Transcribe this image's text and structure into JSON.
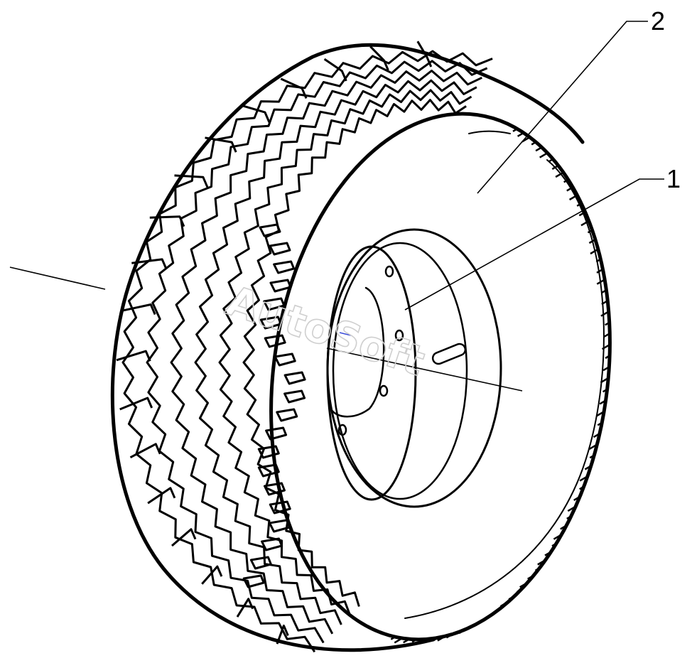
{
  "diagram": {
    "callouts": [
      {
        "id": "rim",
        "label": "1"
      },
      {
        "id": "tyre",
        "label": "2"
      }
    ],
    "watermark": "AutoSoft",
    "colors": {
      "ink": "#000000",
      "background": "#ffffff",
      "watermark": "#cfcfcf"
    }
  }
}
